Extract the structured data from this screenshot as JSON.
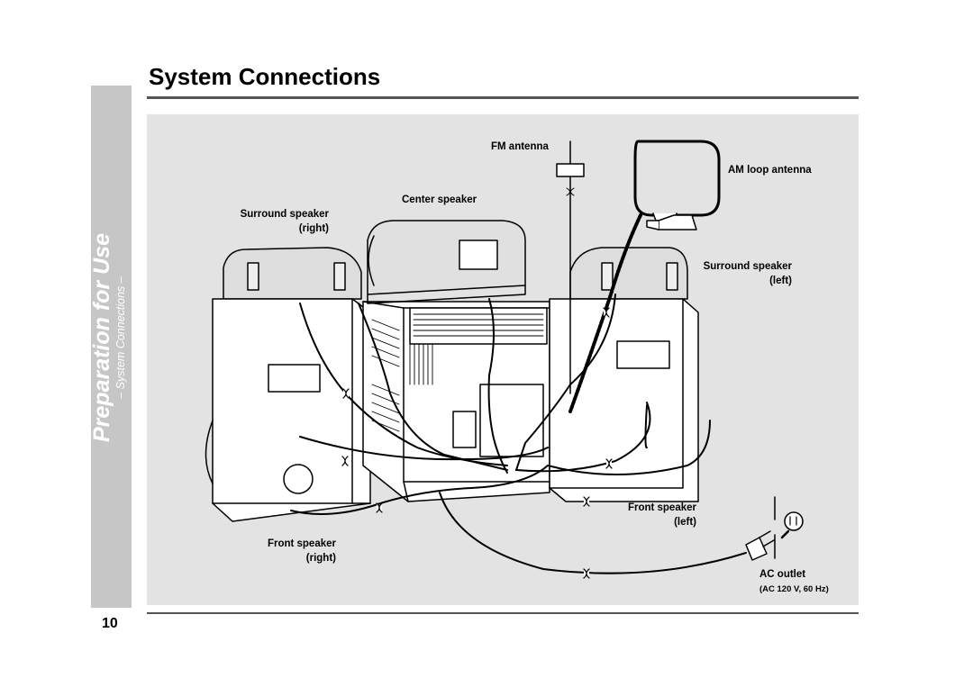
{
  "page": {
    "title": "System Connections",
    "page_number": "10",
    "side_tab": {
      "section": "Preparation for Use",
      "subsection": "– System Connections –"
    }
  },
  "diagram": {
    "labels": {
      "fm_antenna": "FM antenna",
      "am_loop_antenna": "AM loop antenna",
      "center_speaker": "Center speaker",
      "surround_right_1": "Surround speaker",
      "surround_right_2": "(right)",
      "surround_left_1": "Surround speaker",
      "surround_left_2": "(left)",
      "front_right_1": "Front speaker",
      "front_right_2": "(right)",
      "front_left_1": "Front speaker",
      "front_left_2": "(left)",
      "ac_outlet": "AC outlet",
      "ac_rating": "(AC 120 V, 60 Hz)"
    }
  }
}
